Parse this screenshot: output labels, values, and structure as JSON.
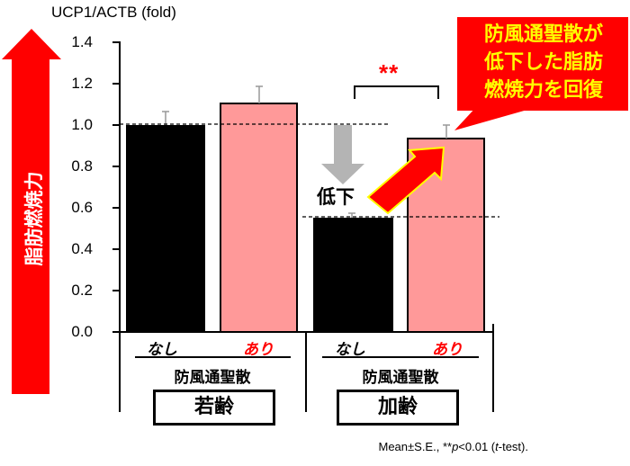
{
  "chart_data": {
    "type": "bar",
    "title": "",
    "ylabel": "UCP1/ACTB (fold)",
    "xlabel": "",
    "ylim": [
      0.0,
      1.4
    ],
    "yticks": [
      "0.0",
      "0.2",
      "0.4",
      "0.6",
      "0.8",
      "1.0",
      "1.2",
      "1.4"
    ],
    "grid": false,
    "categories": [
      "若齢 なし",
      "若齢 あり",
      "加齢 なし",
      "加齢 あり"
    ],
    "values": [
      1.0,
      1.1,
      0.55,
      0.93
    ],
    "errors": [
      0.065,
      0.085,
      0.02,
      0.065
    ],
    "bar_colors": [
      "#000000",
      "#FF9999",
      "#000000",
      "#FF9999"
    ],
    "groups": [
      {
        "age": "若齢",
        "drug": "防風通聖散",
        "treatments": [
          "なし",
          "あり"
        ]
      },
      {
        "age": "加齢",
        "drug": "防風通聖散",
        "treatments": [
          "なし",
          "あり"
        ]
      }
    ],
    "reference_lines": [
      1.0,
      0.55
    ],
    "significance": {
      "between": [
        "加齢 なし",
        "加齢 あり"
      ],
      "label": "**"
    },
    "annotations": {
      "side_arrow": "脂肪燃焼力",
      "decrease_label": "低下",
      "callout_lines": [
        "防風通聖散が",
        "低下した脂肪",
        "燃焼力を回復"
      ]
    },
    "footnote": "Mean±S.E., **p<0.01 (t-test)."
  },
  "axis": {
    "title": "UCP1/ACTB (fold)",
    "ticks": [
      "1.4",
      "1.2",
      "1.0",
      "0.8",
      "0.6",
      "0.4",
      "0.2",
      "0.0"
    ]
  },
  "side_arrow": {
    "label": "脂肪燃焼力",
    "color": "#FF0000"
  },
  "groups": [
    {
      "none_label": "なし",
      "with_label": "あり",
      "drug": "防風通聖散",
      "age": "若齢"
    },
    {
      "none_label": "なし",
      "with_label": "あり",
      "drug": "防風通聖散",
      "age": "加齢"
    }
  ],
  "decrease_label": "低下",
  "significance_label": "**",
  "callout": {
    "lines": [
      "防風通聖散が",
      "低下した脂肪",
      "燃焼力を回復"
    ],
    "bg": "#FF0000",
    "text_color": "#FFFF00"
  },
  "footnote": {
    "prefix": "Mean±S.E., **",
    "p": "p",
    "mid": "<0.01 (",
    "t": "t",
    "suffix": "-test)."
  },
  "colors": {
    "pink": "#FF9999",
    "black": "#000000",
    "red": "#FF0000",
    "gray_arrow": "#B4B4B4"
  }
}
